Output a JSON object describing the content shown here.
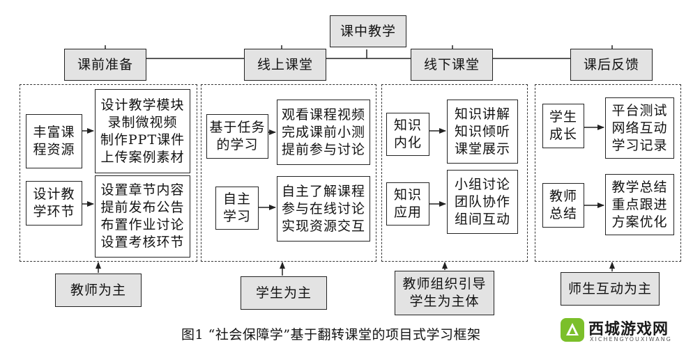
{
  "top": {
    "label": "课中教学"
  },
  "headers": [
    "课前准备",
    "线上课堂",
    "线下课堂",
    "课后反馈"
  ],
  "sections": [
    {
      "rows": [
        {
          "left": [
            "丰富课",
            "程资源"
          ],
          "right": [
            "设计教学模块",
            "录制微视频",
            "制作PPT课件",
            "上传案例素材"
          ]
        },
        {
          "left": [
            "设计教",
            "学环节"
          ],
          "right": [
            "设置章节内容",
            "提前发布公告",
            "布置作业讨论",
            "设置考核环节"
          ]
        }
      ],
      "bottom": [
        "教师为主"
      ]
    },
    {
      "rows": [
        {
          "left": [
            "基于任务",
            "的学习"
          ],
          "right": [
            "观看课程视频",
            "完成课前小测",
            "提前参与讨论"
          ]
        },
        {
          "left": [
            "自主",
            "学习"
          ],
          "right": [
            "自主了解课程",
            "参与在线讨论",
            "实现资源交互"
          ]
        }
      ],
      "bottom": [
        "学生为主"
      ]
    },
    {
      "rows": [
        {
          "left": [
            "知识",
            "内化"
          ],
          "right": [
            "知识讲解",
            "知识倾听",
            "课堂展示"
          ]
        },
        {
          "left": [
            "知识",
            "应用"
          ],
          "right": [
            "小组讨论",
            "团队协作",
            "组间互动"
          ]
        }
      ],
      "bottom": [
        "教师组织引导",
        "学生为主体"
      ]
    },
    {
      "rows": [
        {
          "left": [
            "学生",
            "成长"
          ],
          "right": [
            "平台测试",
            "网络互动",
            "学习记录"
          ]
        },
        {
          "left": [
            "教师",
            "总结"
          ],
          "right": [
            "教学总结",
            "重点跟进",
            "方案优化"
          ]
        }
      ],
      "bottom": [
        "师生互动为主"
      ]
    }
  ],
  "caption": "图1 “社会保障学”基于翻转课堂的项目式学习框架",
  "watermark": {
    "title": "西城游戏网",
    "subtitle": "XICHENGYOUXIWANG"
  }
}
